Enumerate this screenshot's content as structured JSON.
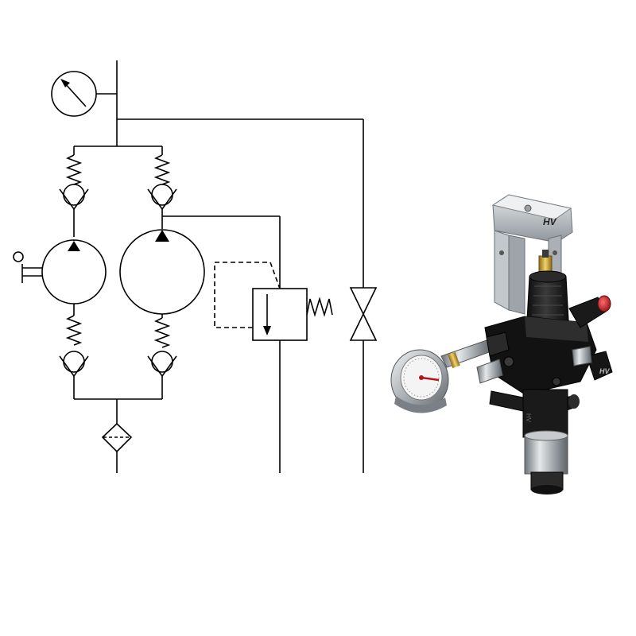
{
  "diagram": {
    "type": "hydraulic-schematic",
    "components": [
      "pressure-gauge",
      "hand-pump-piston",
      "main-pump",
      "check-valve",
      "relief-valve",
      "shutoff-valve",
      "filter"
    ]
  },
  "product_image": {
    "brand_logo": "HV",
    "colors": {
      "body": "#1a1a1a",
      "block": "#c9cdd1",
      "brass": "#c8a23a",
      "cap": "#c81e1e",
      "gauge_needle": "#b01818"
    }
  }
}
